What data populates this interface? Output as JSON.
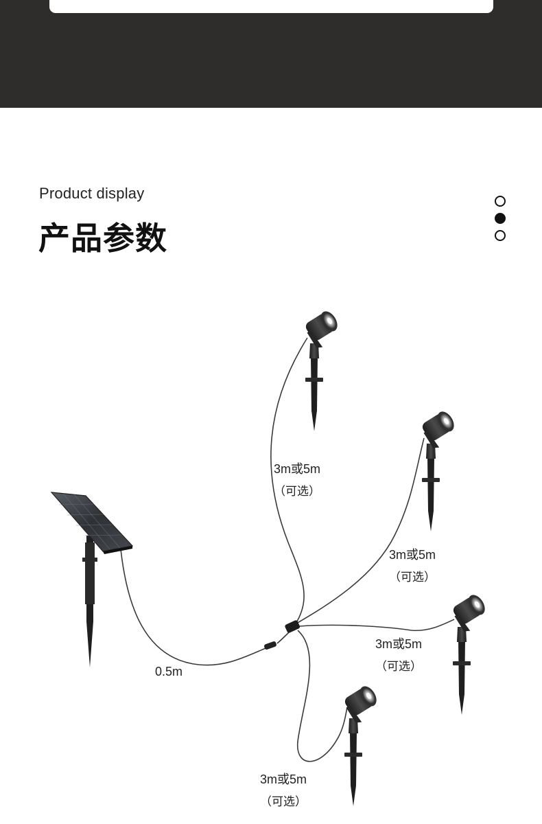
{
  "header": {
    "subtitle": "Product display",
    "title": "产品参数"
  },
  "pager": {
    "dots": [
      "inactive",
      "active",
      "inactive"
    ]
  },
  "diagram": {
    "panel_cable_length": "0.5m",
    "cable_labels": [
      {
        "length": "3m或5m",
        "note": "（可选）"
      },
      {
        "length": "3m或5m",
        "note": "（可选）"
      },
      {
        "length": "3m或5m",
        "note": "（可选）"
      },
      {
        "length": "3m或5m",
        "note": "（可选）"
      }
    ]
  },
  "colors": {
    "dark_band": "#2e2d2b",
    "product": "#2a2a2a",
    "cable": "#3a3a3a"
  }
}
